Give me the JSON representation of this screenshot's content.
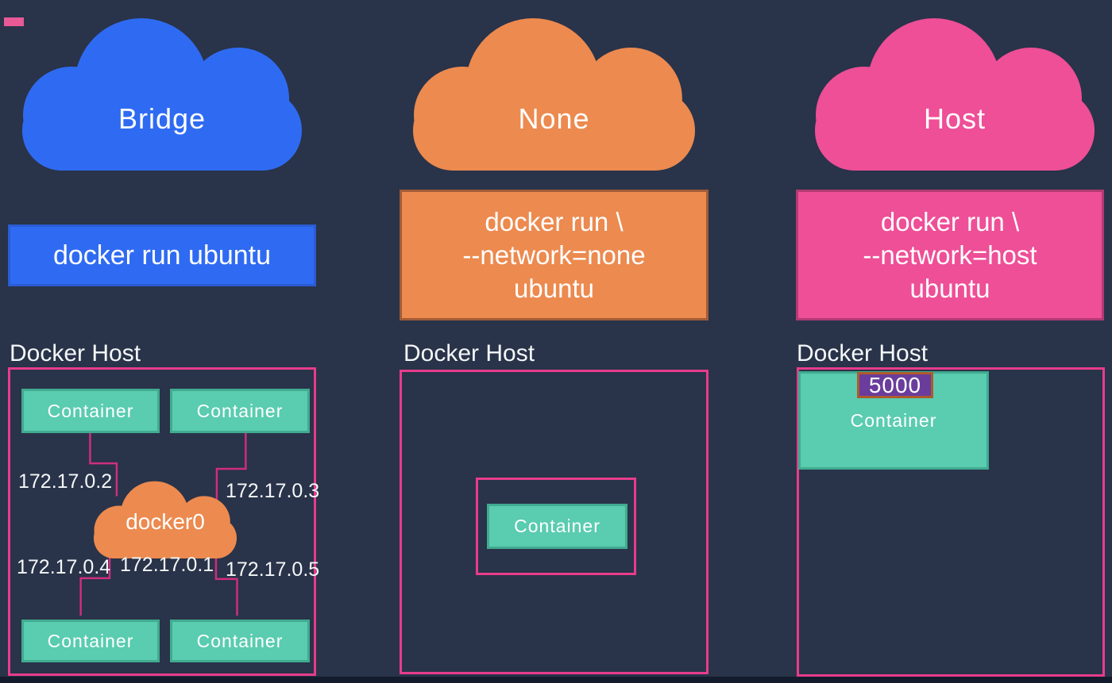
{
  "colors": {
    "background": "#293349",
    "bottom_bar": "#131c2d",
    "accent_dash": "#e85a96",
    "blue": "#2f6bf2",
    "blue_border": "#2a5cd4",
    "orange": "#ec8a4f",
    "orange_border": "#a15c38",
    "pink": "#ee4f97",
    "pink_border": "#b23a72",
    "host_border": "#e83c8c",
    "connector": "#cf2e7e",
    "teal": "#5accb0",
    "teal_border": "#41ab90",
    "purple": "#6a3d9c",
    "badge_border": "#ad5b2b",
    "text": "#f4f7f8"
  },
  "bridge_column": {
    "cloud_label": "Bridge",
    "command_lines": [
      "docker run ubuntu"
    ],
    "host_title": "Docker Host",
    "containers": {
      "top_left": "Container",
      "top_right": "Container",
      "bottom_left": "Container",
      "bottom_right": "Container"
    },
    "bridge_cloud_label": "docker0",
    "ips": {
      "top_left": "172.17.0.2",
      "top_right": "172.17.0.3",
      "bottom_left": "172.17.0.4",
      "gateway": "172.17.0.1",
      "bottom_right": "172.17.0.5"
    }
  },
  "none_column": {
    "cloud_label": "None",
    "command_lines": [
      "docker run \\",
      "--network=none",
      "ubuntu"
    ],
    "host_title": "Docker Host",
    "container_label": "Container"
  },
  "host_column": {
    "cloud_label": "Host",
    "command_lines": [
      "docker run \\",
      "--network=host",
      "ubuntu"
    ],
    "host_title": "Docker Host",
    "container_label": "Container",
    "port_label": "5000"
  }
}
